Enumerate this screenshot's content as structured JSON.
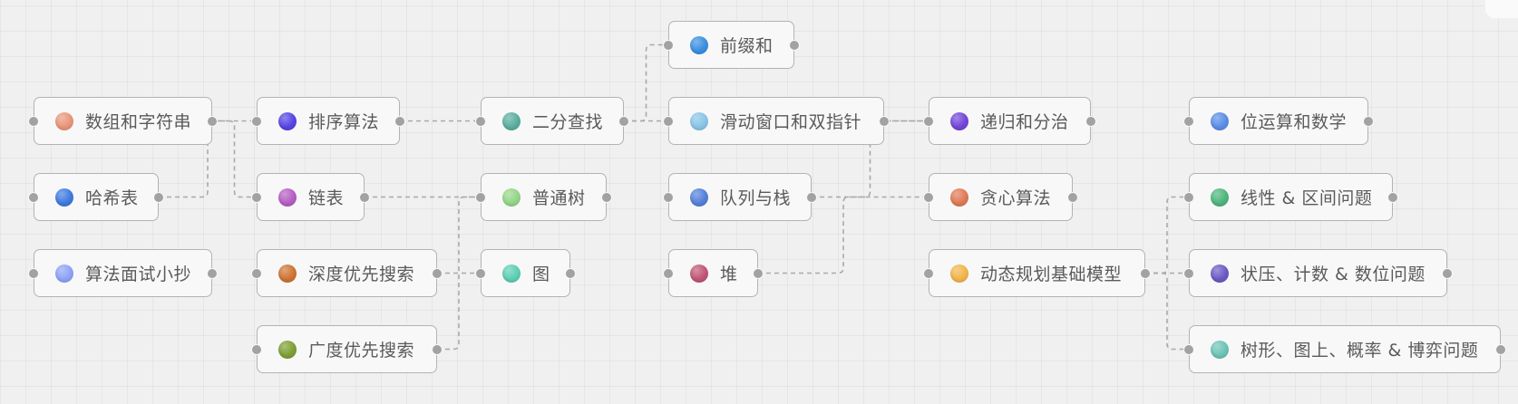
{
  "nodes": [
    {
      "id": "arrays",
      "label": "数组和字符串",
      "color": "#e9967a",
      "icon": "circle-icon"
    },
    {
      "id": "hash",
      "label": "哈希表",
      "color": "#3f7be0",
      "icon": "circle-icon"
    },
    {
      "id": "cheatsheet",
      "label": "算法面试小抄",
      "color": "#8fa2f7",
      "icon": "circle-icon"
    },
    {
      "id": "sorting",
      "label": "排序算法",
      "color": "#5545e3",
      "icon": "circle-icon"
    },
    {
      "id": "linkedlist",
      "label": "链表",
      "color": "#b65ec4",
      "icon": "circle-icon"
    },
    {
      "id": "dfs",
      "label": "深度优先搜索",
      "color": "#cf7433",
      "icon": "circle-icon"
    },
    {
      "id": "bfs",
      "label": "广度优先搜索",
      "color": "#7e9f34",
      "icon": "circle-icon"
    },
    {
      "id": "binsearch",
      "label": "二分查找",
      "color": "#5aae9f",
      "icon": "circle-icon"
    },
    {
      "id": "tree",
      "label": "普通树",
      "color": "#94d687",
      "icon": "circle-icon"
    },
    {
      "id": "graph",
      "label": "图",
      "color": "#5ccfb4",
      "icon": "circle-icon"
    },
    {
      "id": "prefixsum",
      "label": "前缀和",
      "color": "#3b8fe0",
      "icon": "circle-icon"
    },
    {
      "id": "slidingwindow",
      "label": "滑动窗口和双指针",
      "color": "#8ac5e7",
      "icon": "circle-icon"
    },
    {
      "id": "queuestack",
      "label": "队列与栈",
      "color": "#5580d9",
      "icon": "circle-icon"
    },
    {
      "id": "heap",
      "label": "堆",
      "color": "#c15676",
      "icon": "circle-icon"
    },
    {
      "id": "recursion",
      "label": "递归和分治",
      "color": "#7346d9",
      "icon": "circle-icon"
    },
    {
      "id": "greedy",
      "label": "贪心算法",
      "color": "#e07a55",
      "icon": "circle-icon"
    },
    {
      "id": "dp",
      "label": "动态规划基础模型",
      "color": "#f2b54a",
      "icon": "circle-icon"
    },
    {
      "id": "bitmath",
      "label": "位运算和数学",
      "color": "#5b8de8",
      "icon": "circle-icon"
    },
    {
      "id": "lineardp",
      "label": "线性 & 区间问题",
      "color": "#4db67c",
      "icon": "circle-icon"
    },
    {
      "id": "bitmaskdp",
      "label": "状压、计数 & 数位问题",
      "color": "#6a5bc4",
      "icon": "circle-icon"
    },
    {
      "id": "treedp",
      "label": "树形、图上、概率 & 博弈问题",
      "color": "#6cc4b6",
      "icon": "circle-icon"
    }
  ],
  "edges": [
    {
      "from": "arrays",
      "to": "linkedlist"
    },
    {
      "from": "hash",
      "to": "sorting"
    },
    {
      "from": "sorting",
      "to": "binsearch"
    },
    {
      "from": "linkedlist",
      "to": "tree"
    },
    {
      "from": "dfs",
      "to": "graph"
    },
    {
      "from": "bfs",
      "to": "tree"
    },
    {
      "from": "binsearch",
      "to": "prefixsum"
    },
    {
      "from": "binsearch",
      "to": "slidingwindow"
    },
    {
      "from": "queuestack",
      "to": "recursion"
    },
    {
      "from": "heap",
      "to": "greedy"
    },
    {
      "from": "slidingwindow",
      "to": "recursion"
    },
    {
      "from": "dp",
      "to": "lineardp"
    },
    {
      "from": "dp",
      "to": "bitmaskdp"
    },
    {
      "from": "dp",
      "to": "treedp"
    }
  ],
  "colors": {
    "edge": "#a9a9a9",
    "node_border": "#b3b3b3",
    "node_bg": "#f8f8f8",
    "text": "#5a5a5a",
    "handle": "#a2a2a2",
    "canvas_bg": "#f0f0f0"
  }
}
